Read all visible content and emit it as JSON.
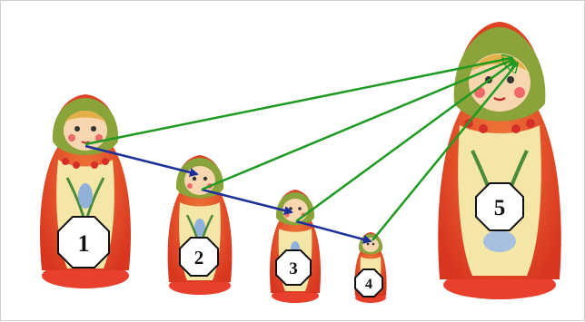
{
  "doll_labels": [
    "1",
    "2",
    "3",
    "4",
    "5"
  ],
  "colors": {
    "blue_arrow": "#1d2f9c",
    "green_arrow": "#1e9a22",
    "doll_red": "#e8402c",
    "doll_orange": "#f26a24",
    "scarf_green": "#8aa33a",
    "face": "#f8d7b0",
    "apron": "#f3e6a6",
    "label_fill": "#ffffff",
    "label_stroke": "#111111"
  },
  "icons": [
    "matryoshka-doll",
    "octagon-number-label",
    "arrow"
  ]
}
